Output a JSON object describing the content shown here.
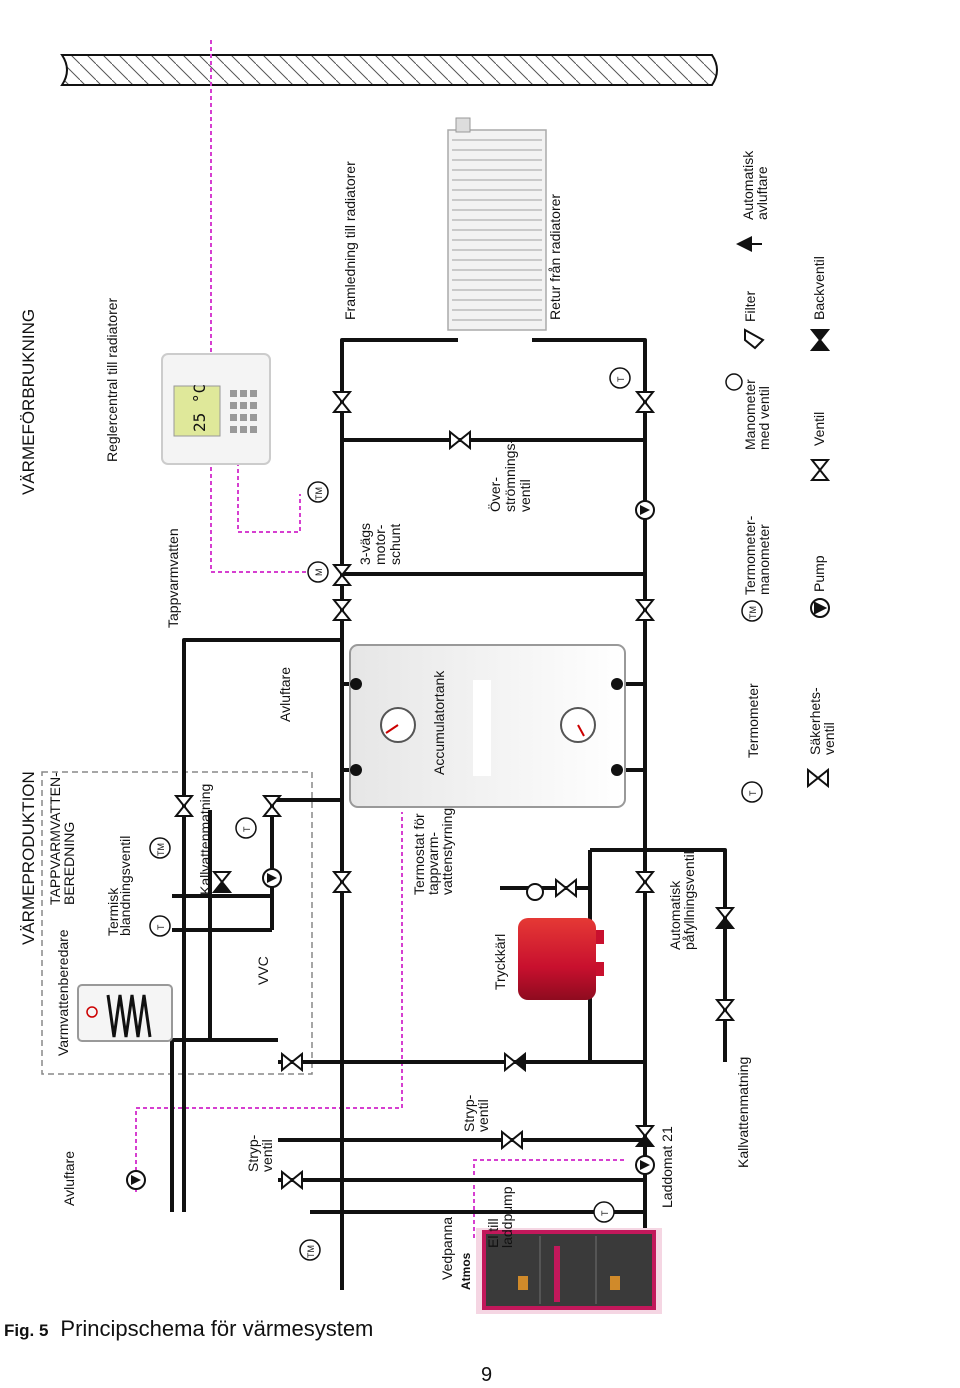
{
  "labels": {
    "varmeforbrukning": "VÄRMEFÖRBRUKNING",
    "varmeproduktion": "VÄRMEPRODUKTION",
    "reglercentral": "Reglercentral till radiatorer",
    "tappvarmvatten": "Tappvarmvatten",
    "framledning": "Framledning till radiatorer",
    "retur": "Retur från radiatorer",
    "shunt_1": "3-vägs",
    "shunt_2": "motor-",
    "shunt_3": "schunt",
    "overstromning_1": "Över-",
    "overstromning_2": "strömnings-",
    "overstromning_3": "ventil",
    "accumulatortank": "Accumulatortank",
    "avluftare_top": "Avluftare",
    "avluftare_left": "Avluftare",
    "termostat_1": "Termostat för",
    "termostat_2": "tappvarm-",
    "termostat_3": "vattenstyrning",
    "tryckkarl": "Tryckkärl",
    "automatisk_pafyllning_1": "Automatisk",
    "automatisk_pafyllning_2": "påfyllningsventil",
    "kallvattenmatning_top": "Kallvattenmatning",
    "kallvattenmatning_bottom": "Kallvattenmatning",
    "vvc": "VVC",
    "termisk_1": "Termisk",
    "termisk_2": "blandningsventil",
    "tappvarmvatten_beredning_1": "TAPPVARMVATTEN-",
    "tappvarmvatten_beredning_2": "BEREDNING",
    "varmvattenberedare": "Varmvattenberedare",
    "stryp_1a": "Stryp-",
    "stryp_1b": "ventil",
    "stryp_2a": "Stryp-",
    "stryp_2b": "ventil",
    "el_laddpump_1": "El till",
    "el_laddpump_2": "laddpump",
    "laddomat": "Laddomat 21",
    "vedpanna": "Vedpanna",
    "brand": "Atmos",
    "display": "25 °C",
    "t": "T",
    "tm": "TM",
    "m": "M"
  },
  "legend": {
    "termometer": "Termometer",
    "termometer_manometer_1": "Termometer-",
    "termometer_manometer_2": "manometer",
    "manometer_1": "Manometer",
    "manometer_2": "med ventil",
    "filter": "Filter",
    "automatisk_avluftare_1": "Automatisk",
    "automatisk_avluftare_2": "avluftare",
    "sakerhet_1": "Säkerhets-",
    "sakerhet_2": "ventil",
    "pump": "Pump",
    "ventil": "Ventil",
    "backventil": "Backventil"
  },
  "caption": {
    "fig": "Fig. 5",
    "title": "Principschema för värmesystem"
  },
  "page_number": "9",
  "colors": {
    "pipe": "#111111",
    "signal": "#d63fd0",
    "tank_red": "#c8102e",
    "boiler_frame": "#c2185b"
  }
}
